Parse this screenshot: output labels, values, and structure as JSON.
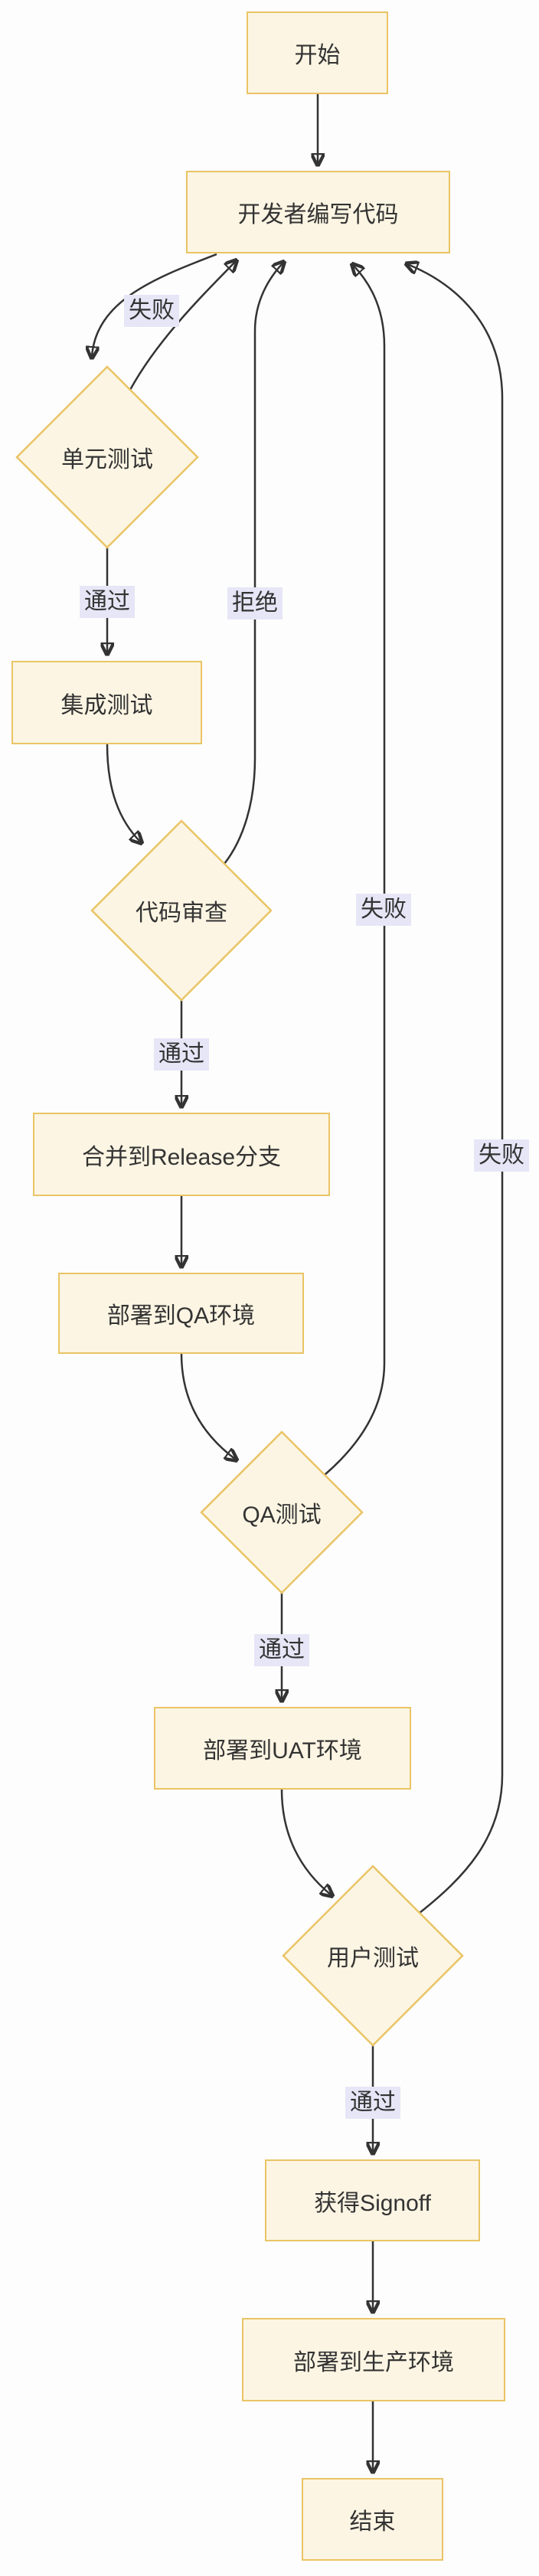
{
  "nodes": {
    "start": "开始",
    "dev": "开发者编写代码",
    "unit_test": "单元测试",
    "integration_test": "集成测试",
    "code_review": "代码审查",
    "merge_release": "合并到Release分支",
    "deploy_qa": "部署到QA环境",
    "qa_test": "QA测试",
    "deploy_uat": "部署到UAT环境",
    "user_test": "用户测试",
    "signoff": "获得Signoff",
    "deploy_prod": "部署到生产环境",
    "end": "结束"
  },
  "edge_labels": {
    "unit_fail": "失败",
    "unit_pass": "通过",
    "review_reject": "拒绝",
    "review_pass": "通过",
    "qa_fail": "失败",
    "qa_pass": "通过",
    "user_fail": "失败",
    "user_pass": "通过"
  },
  "colors": {
    "node_fill": "#fcf5e3",
    "node_border": "#eac465",
    "edge_line": "#333333",
    "edge_label_bg": "#e6e6f7",
    "text": "#333333"
  }
}
